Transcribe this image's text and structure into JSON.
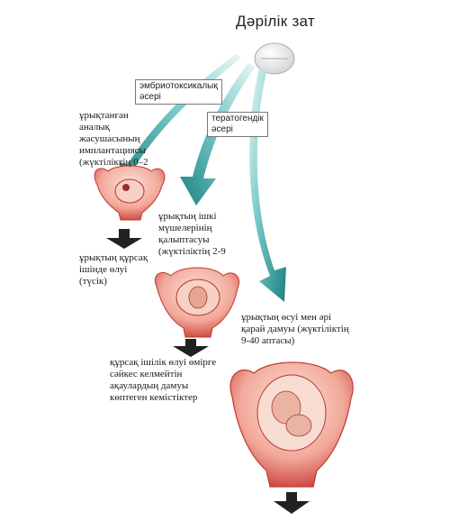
{
  "title": "Дәрілік зат",
  "effects": {
    "embryotoxic": [
      "эмбриотоксикалық",
      "әсері"
    ],
    "teratogenic": [
      "тератогендік",
      "әсері"
    ]
  },
  "stages": [
    {
      "label": [
        "ұрықтанған",
        "аналық",
        "жасушасының",
        "имплантациясы",
        "(жүктіліктің 0–2"
      ],
      "outcome": [
        "ұрықтың құрсақ",
        "ішінде өлуі",
        "(түсік)"
      ]
    },
    {
      "label": [
        "ұрықтың ішкі",
        "мүшелерінің",
        "қалыптасуы",
        "(жүктіліктің 2-9"
      ],
      "outcome": [
        "құрсақ ішілік өлуі өмірге",
        "сәйкес келмейтін",
        "ақаулардың дамуы",
        "көптеген кемістіктер"
      ]
    },
    {
      "label": [
        "ұрықтың өсуі мен әрі",
        "қарай дамуы (жүктіліктің",
        "9-40 аптасы)"
      ],
      "outcome": []
    }
  ],
  "icons": {
    "pill": "pill-icon",
    "arrow": "teal-arrow-icon",
    "down": "down-arrow-icon",
    "uterus": "uterus-illustration"
  },
  "colors": {
    "arrow_teal": "#1f8f8f",
    "arrow_light": "#cfeeee",
    "uterus_red": "#d9403a",
    "uterus_pink": "#f3b8a8",
    "down_arrow": "#222222"
  }
}
